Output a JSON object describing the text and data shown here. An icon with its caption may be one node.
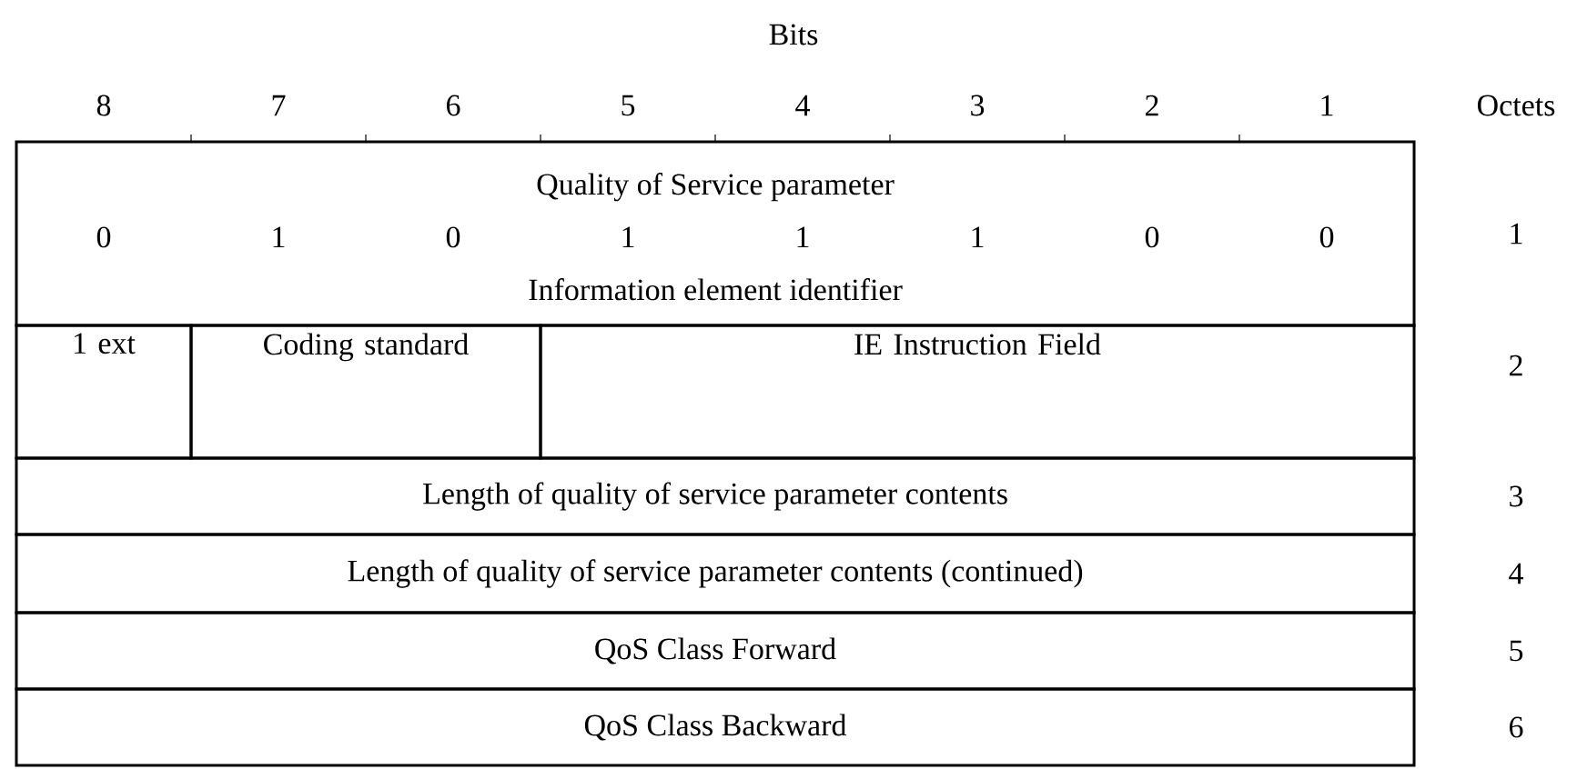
{
  "diagram": {
    "nodes": [
      {
        "text": [
          "Quality of Service parameter",
          "0",
          "1",
          "0",
          "1",
          "1",
          "1",
          "0",
          "0",
          "Information element identifier"
        ]
      },
      {
        "text": [
          "1 ext"
        ]
      },
      {
        "text": [
          "Coding standard"
        ]
      },
      {
        "text": [
          "IE Instruction Field"
        ]
      },
      {
        "text": [
          "Length of quality of service parameter contents"
        ]
      },
      {
        "text": [
          "Length of quality of service parameter contents (continued)"
        ]
      },
      {
        "text": [
          "QoS Class Forward"
        ]
      },
      {
        "text": [
          "QoS Class Backward"
        ]
      }
    ],
    "labels": [
      "Bits",
      "8",
      "7",
      "6",
      "5",
      "4",
      "3",
      "2",
      "1",
      "Octets",
      "1",
      "2",
      "3",
      "4",
      "5",
      "6"
    ]
  }
}
